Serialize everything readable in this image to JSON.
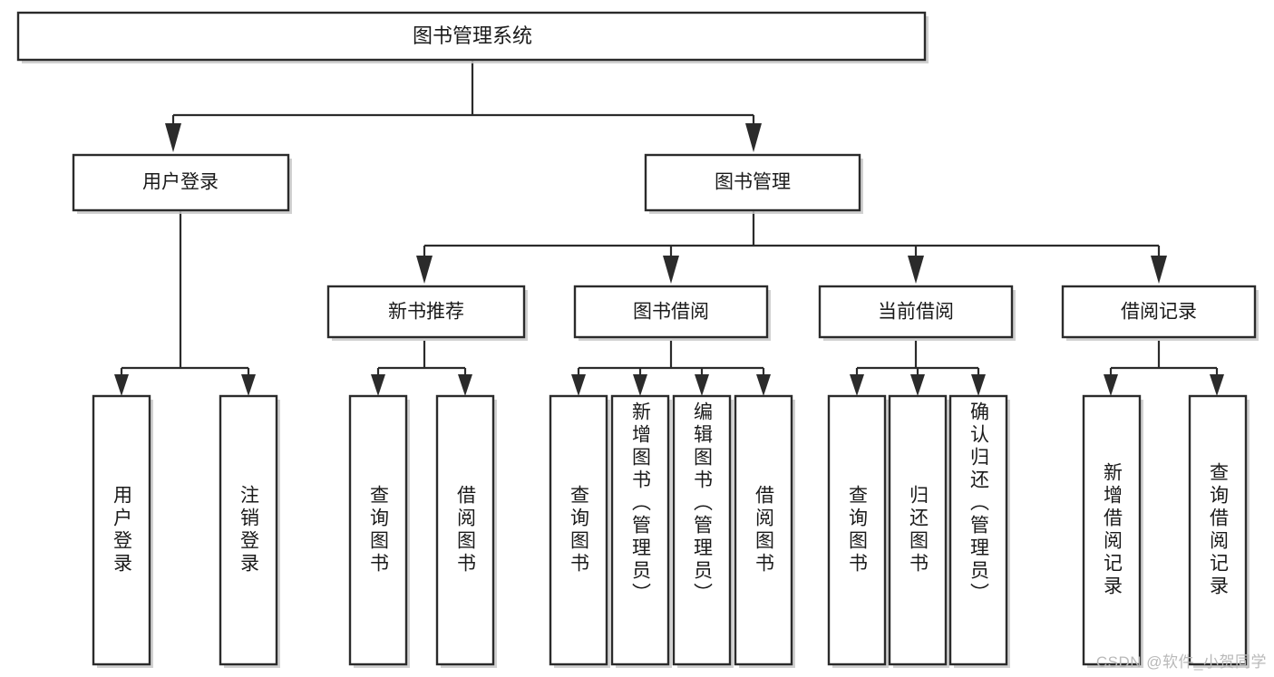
{
  "diagram": {
    "type": "tree",
    "title": "图书管理系统",
    "root": {
      "label": "图书管理系统",
      "orientation": "horizontal"
    },
    "level2": {
      "user_login": "用户登录",
      "book_manage": "图书管理"
    },
    "level3": {
      "new_book_recommend": "新书推荐",
      "book_borrow": "图书借阅",
      "current_borrow": "当前借阅",
      "borrow_record": "借阅记录"
    },
    "leaves": {
      "user_login_children": [
        "用户登录",
        "注销登录"
      ],
      "new_book_recommend_children": [
        "查询图书",
        "借阅图书"
      ],
      "book_borrow_children": [
        "查询图书",
        "新增图书（管理员）",
        "编辑图书（管理员）",
        "借阅图书"
      ],
      "current_borrow_children": [
        "查询图书",
        "归还图书",
        "确认归还（管理员）"
      ],
      "borrow_record_children": [
        "新增借阅记录",
        "查询借阅记录"
      ]
    },
    "colors": {
      "box_stroke": "#2b2b2b",
      "box_fill": "#ffffff",
      "connector": "#2b2b2b",
      "text": "#1a1a1a",
      "watermark": "#b9b9b9",
      "background": "#ffffff"
    }
  },
  "watermark": {
    "text": "CSDN @软件_小贺同学"
  }
}
